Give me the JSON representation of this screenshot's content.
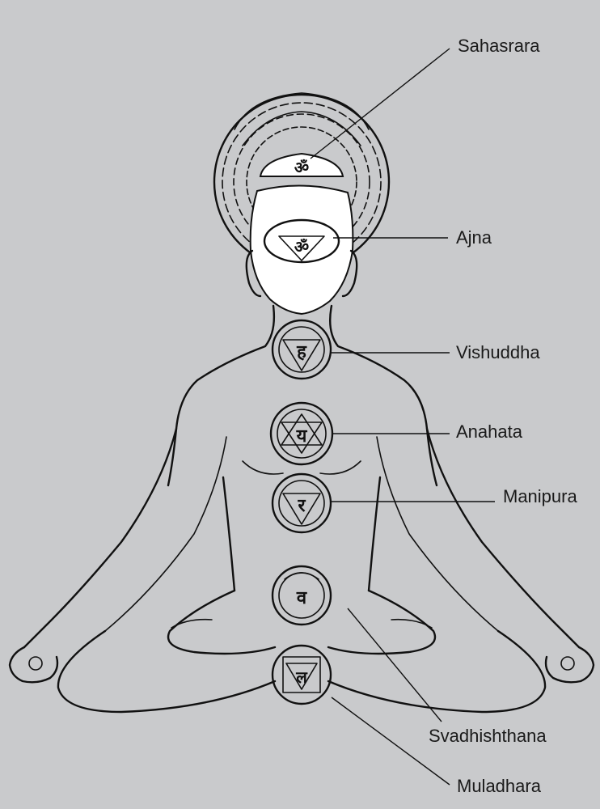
{
  "chakras": [
    {
      "name": "Sahasrara"
    },
    {
      "name": "Ajna"
    },
    {
      "name": "Vishuddha"
    },
    {
      "name": "Anahata"
    },
    {
      "name": "Manipura"
    },
    {
      "name": "Svadhishthana"
    },
    {
      "name": "Muladhara"
    }
  ],
  "colors": {
    "background": "#c9cacc",
    "ink": "#111111",
    "face": "#ffffff"
  }
}
